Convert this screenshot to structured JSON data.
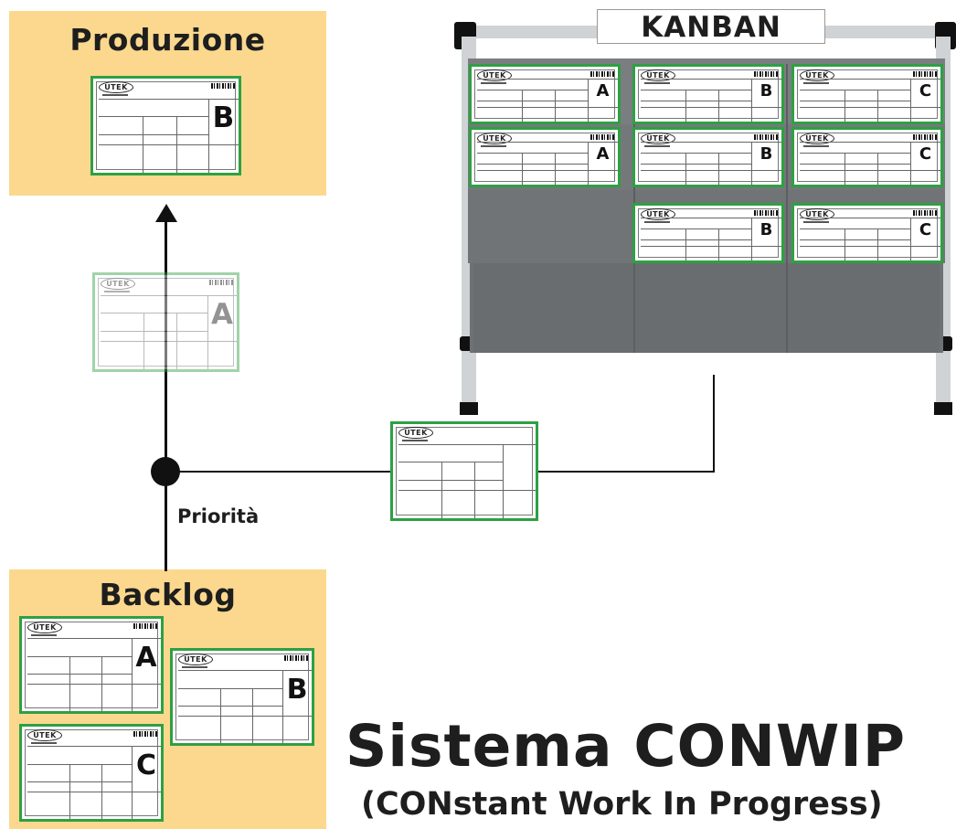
{
  "zones": {
    "production_title": "Produzione",
    "backlog_title": "Backlog"
  },
  "board": {
    "label": "KANBAN"
  },
  "flow": {
    "priority_label": "Priorità"
  },
  "card": {
    "logo_text": "UTEK"
  },
  "cards": {
    "production": "B",
    "in_transit": "A",
    "board": [
      "A",
      "B",
      "C",
      "A",
      "B",
      "C",
      "B",
      "C"
    ],
    "backlog": [
      "A",
      "B",
      "C"
    ]
  },
  "footer": {
    "title": "Sistema CONWIP",
    "subtitle": "(CONstant Work In Progress)"
  },
  "colors": {
    "zone_fill": "#fbd88e",
    "card_border": "#2ea043",
    "board_pocket": "#6f7274",
    "board_frame": "#cfd3d6",
    "text_dark": "#1e1e1e"
  }
}
